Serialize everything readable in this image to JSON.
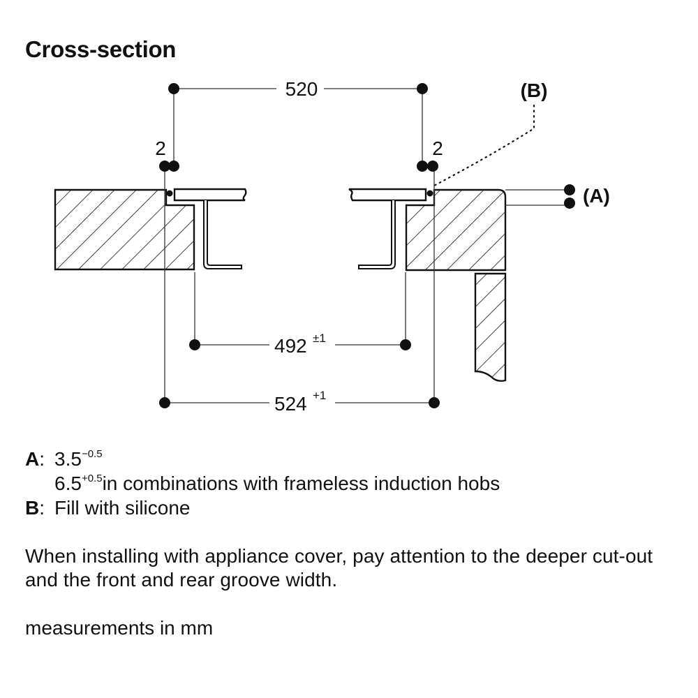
{
  "title": "Cross-section",
  "dimensions": {
    "top_width": "520",
    "left_gap": "2",
    "right_gap": "2",
    "inner_width": "492",
    "inner_width_tolerance": "±1",
    "outer_width": "524",
    "outer_width_tolerance": "+1"
  },
  "callouts": {
    "a_label": "(A)",
    "b_label": "(B)"
  },
  "legend": [
    {
      "key": "A",
      "sep": ":",
      "value": "3.5",
      "tolerance": "−0.5",
      "suffix": ""
    },
    {
      "key": "",
      "sep": "",
      "value": "6.5",
      "tolerance": "+0.5",
      "suffix": "in combinations with frameless induction hobs"
    },
    {
      "key": "B",
      "sep": ":",
      "value": "Fill with silicone",
      "tolerance": "",
      "suffix": ""
    }
  ],
  "note": "When installing with appliance cover, pay attention to the deeper cut-out and the front and rear groove width.",
  "units": "measurements in mm"
}
